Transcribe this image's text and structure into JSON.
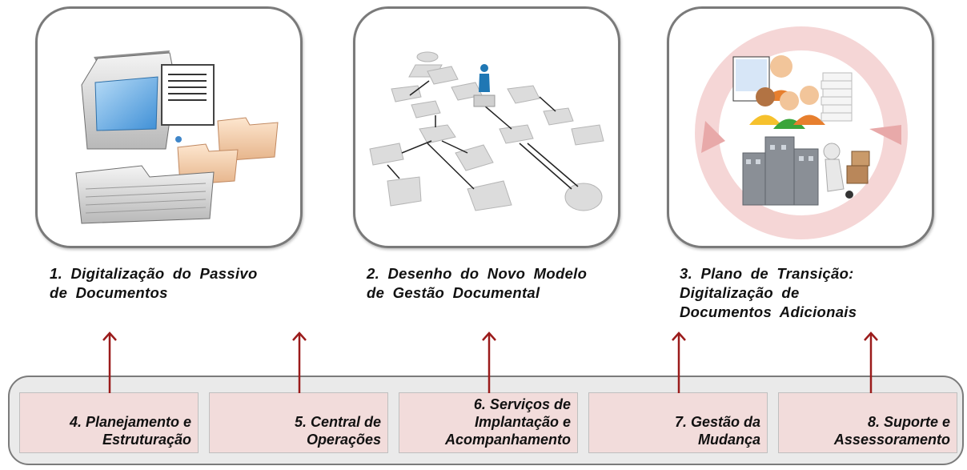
{
  "captions": [
    {
      "line1": "1. Digitalização do Passivo",
      "line2": "de Documentos",
      "line3": ""
    },
    {
      "line1": "2. Desenho do Novo Modelo",
      "line2": "de Gestão Documental",
      "line3": ""
    },
    {
      "line1": "3. Plano de Transição:",
      "line2": "Digitalização de",
      "line3": "Documentos Adicionais"
    }
  ],
  "pillars": [
    {
      "line1": "4. Planejamento e",
      "line2": "Estruturação",
      "line3": ""
    },
    {
      "line1": "5. Central de",
      "line2": "Operações",
      "line3": ""
    },
    {
      "line1": "6. Serviços de",
      "line2": "Implantação e",
      "line3": "Acompanhamento"
    },
    {
      "line1": "7. Gestão da",
      "line2": "Mudança",
      "line3": ""
    },
    {
      "line1": "8. Suporte e",
      "line2": "Assessoramento",
      "line3": ""
    }
  ],
  "colors": {
    "arrow": "#9b1b1b",
    "box_fill": "#f2dcdb",
    "bar_fill": "#eaeaea",
    "card_border": "#7a7a7a"
  },
  "icons": [
    "scanner-icon",
    "flowchart-icon",
    "transition-cycle-icon"
  ]
}
